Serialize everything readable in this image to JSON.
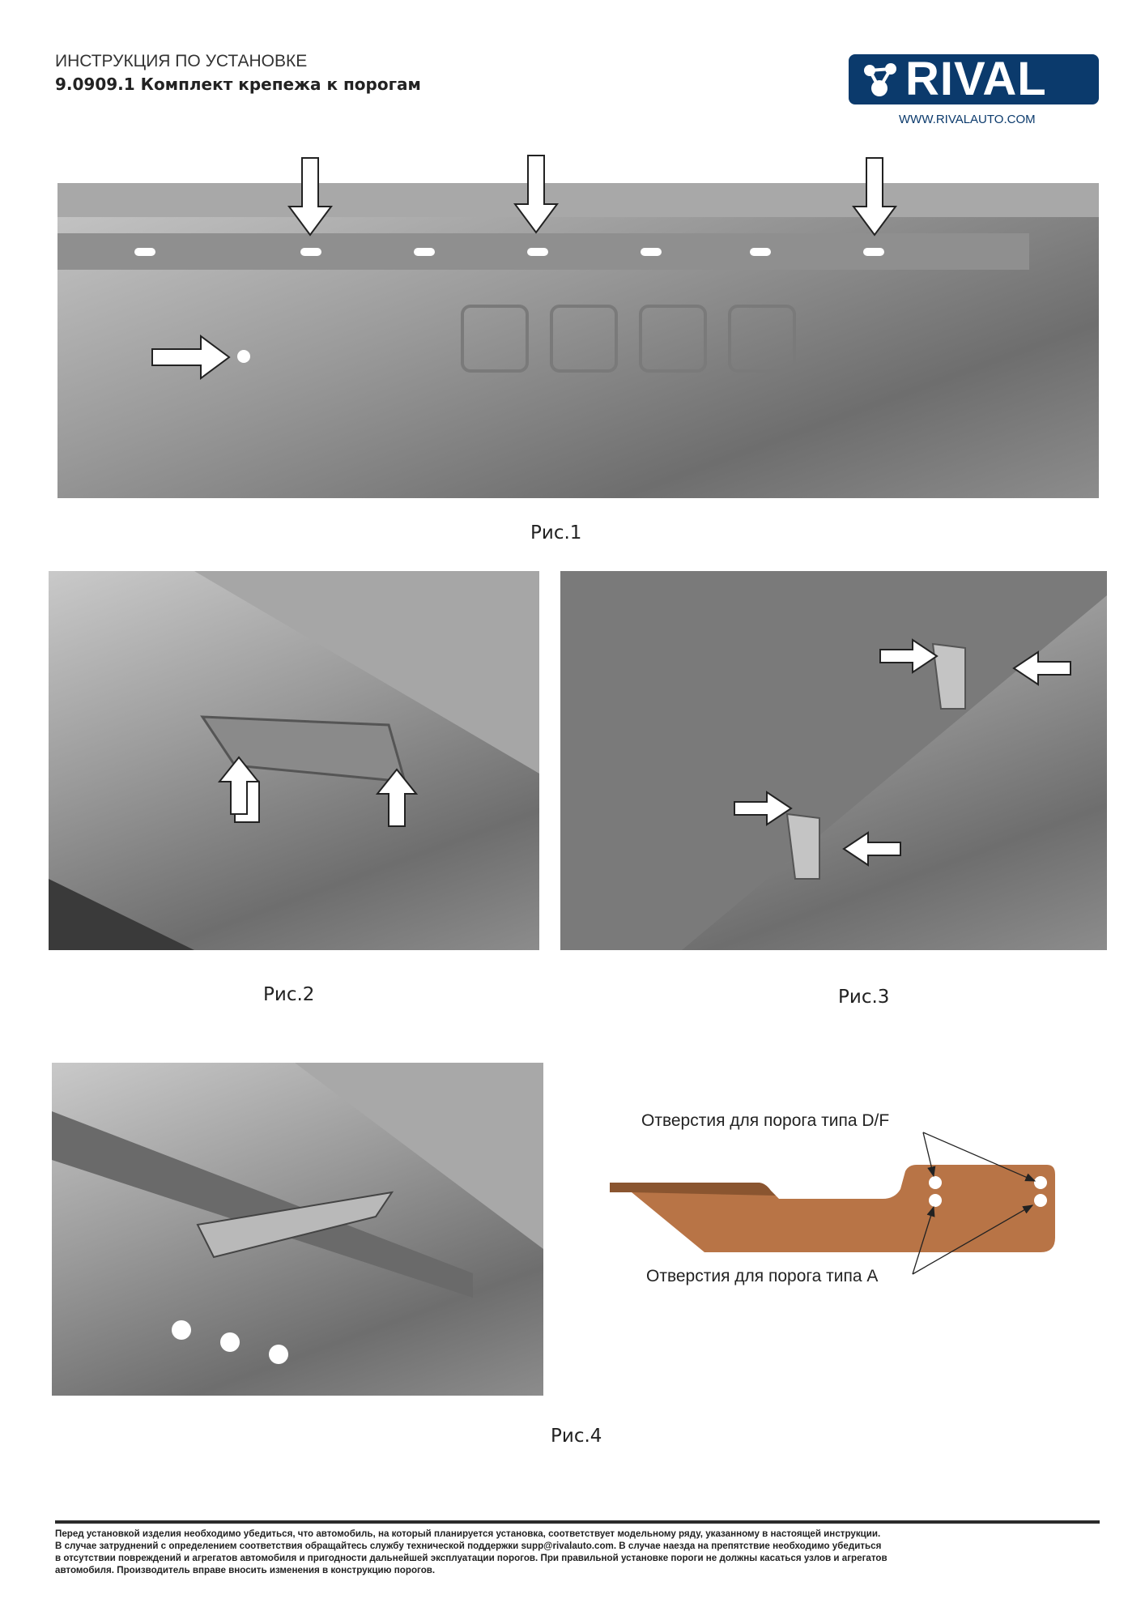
{
  "header": {
    "subtitle": "ИНСТРУКЦИЯ ПО УСТАНОВКЕ",
    "title": "9.0909.1 Комплект крепежа к порогам"
  },
  "logo": {
    "text": "RIVAL",
    "url": "WWW.RIVALAUTO.COM",
    "color": "#0b3a6c"
  },
  "figures": [
    {
      "caption": "Рис.1"
    },
    {
      "caption": "Рис.2"
    },
    {
      "caption": "Рис.3"
    },
    {
      "caption": "Рис.4"
    }
  ],
  "bracket": {
    "label_df": "Отверстия для порога типа D/F",
    "label_a": "Отверстия для порога типа А",
    "color": "#b87446"
  },
  "footer": {
    "lines": [
      "Перед установкой изделия необходимо убедиться, что автомобиль, на который планируется установка, соответствует модельному ряду, указанному в настоящей инструкции.",
      "В случае затруднений с определением соответствия обращайтесь службу технической поддержки supp@rivalauto.com. В случае наезда на препятствие необходимо убедиться",
      "в отсутствии повреждений и агрегатов автомобиля и пригодности дальнейшей эксплуатации порогов. При правильной установке пороги не должны касаться узлов и агрегатов",
      "автомобиля. Производитель вправе вносить изменения в конструкцию порогов."
    ]
  }
}
